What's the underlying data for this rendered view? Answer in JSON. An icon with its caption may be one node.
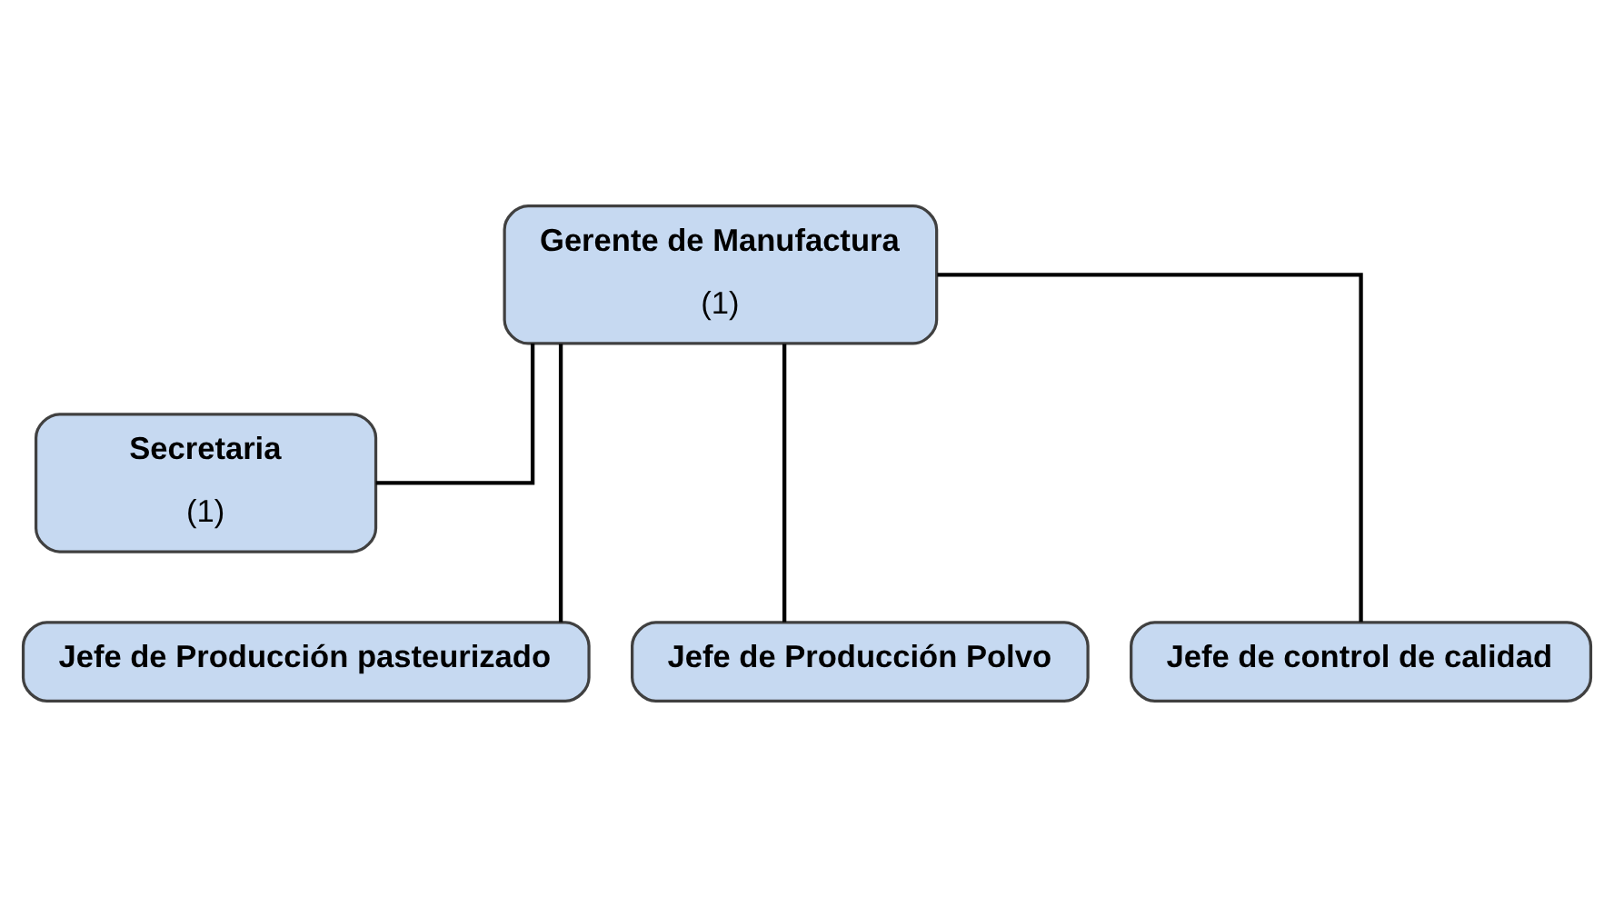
{
  "diagram": {
    "nodes": [
      {
        "text": [
          "Gerente de Manufactura",
          "(1)"
        ]
      },
      {
        "text": [
          "Secretaria",
          "(1)"
        ]
      },
      {
        "text": [
          "Jefe de Producción pasteurizado"
        ]
      },
      {
        "text": [
          "Jefe de Producción Polvo"
        ]
      },
      {
        "text": [
          "Jefe de control de calidad"
        ]
      }
    ],
    "edges": [
      {
        "from": 0,
        "to": 1,
        "arrow": "none"
      },
      {
        "from": 0,
        "to": 2,
        "arrow": "none"
      },
      {
        "from": 0,
        "to": 3,
        "arrow": "none"
      },
      {
        "from": 0,
        "to": 4,
        "arrow": "none"
      }
    ]
  }
}
